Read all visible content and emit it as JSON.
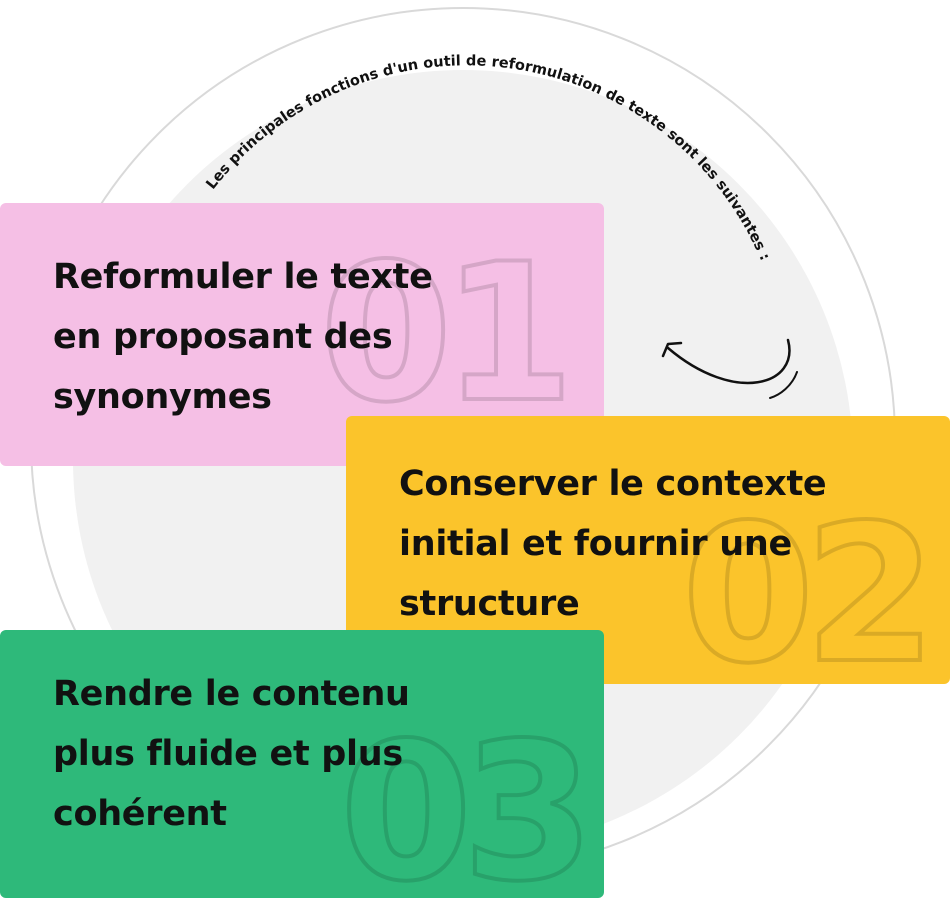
{
  "intro_text": "Les principales fonctions d'un outil de reformulation de texte sont les suivantes :",
  "colors": {
    "card_1": "#f5bfe5",
    "card_2": "#fbc42b",
    "card_3": "#2eb97a",
    "circle_fill": "#f1f1f1",
    "circle_outline": "#d9d9d9"
  },
  "items": [
    {
      "number": "01",
      "lines": [
        "Reformuler le texte",
        "en proposant des",
        "synonymes"
      ]
    },
    {
      "number": "02",
      "lines": [
        "Conserver le contexte",
        "initial et fournir une",
        "structure"
      ]
    },
    {
      "number": "03",
      "lines": [
        "Rendre le contenu",
        "plus fluide et plus",
        "cohérent"
      ]
    }
  ]
}
